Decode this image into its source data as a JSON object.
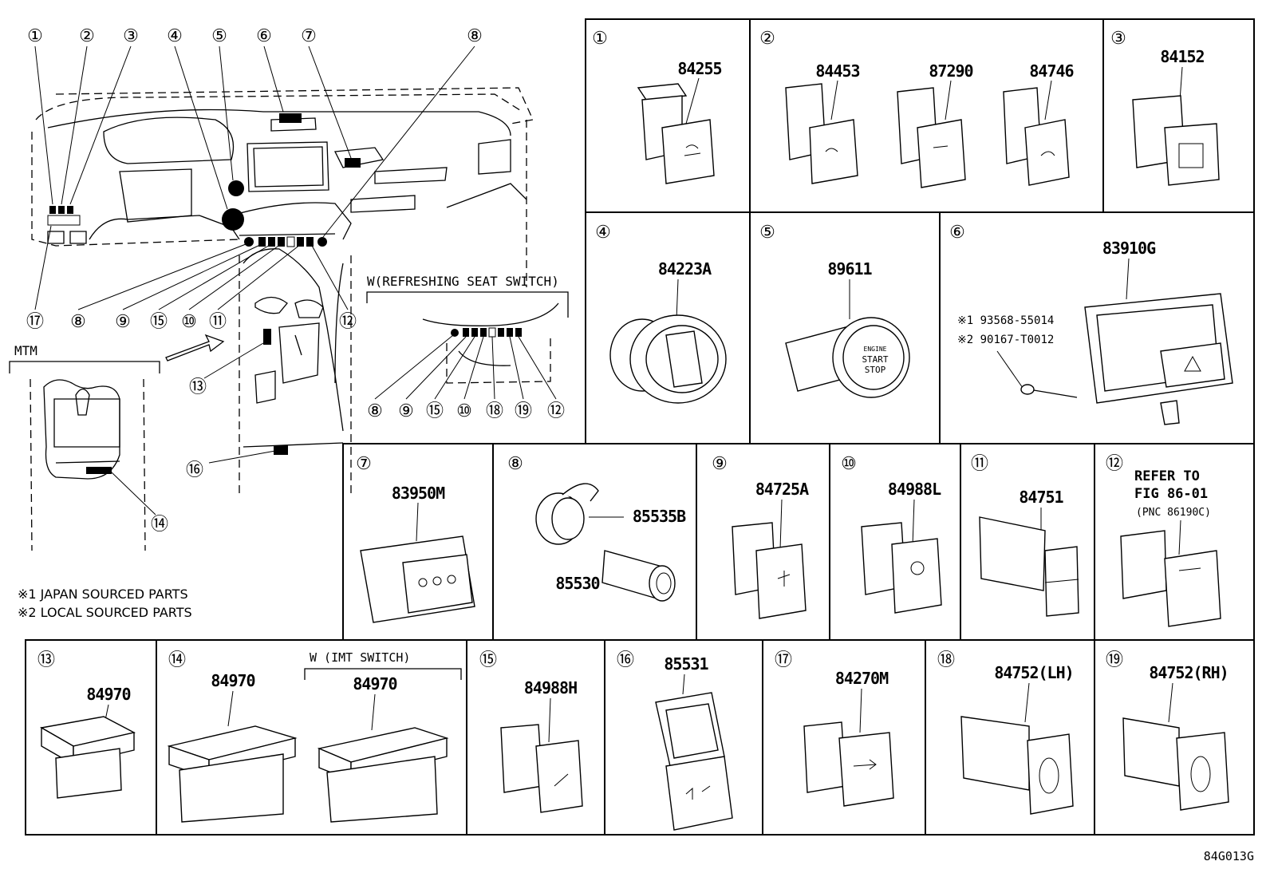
{
  "diagram": {
    "code": "84G013G",
    "notes": [
      "※1 JAPAN SOURCED PARTS",
      "※2 LOCAL SOURCED PARTS"
    ],
    "overview": {
      "top_callouts": [
        "①",
        "②",
        "③",
        "④",
        "⑤",
        "⑥",
        "⑦",
        "⑧"
      ],
      "bottom_callouts": [
        "⑰",
        "⑧",
        "⑨",
        "⑮",
        "⑩",
        "⑪",
        "⑫"
      ],
      "mtm_label": "MTM",
      "callout_13": "⑬",
      "callout_16": "⑯",
      "callout_14": "⑭",
      "refresh_title": "W(REFRESHING SEAT SWITCH)",
      "refresh_callouts": [
        "⑧",
        "⑨",
        "⑮",
        "⑩",
        "⑱",
        "⑲",
        "⑫"
      ]
    },
    "cells": {
      "c1": {
        "num": "①",
        "parts": [
          "84255"
        ]
      },
      "c2": {
        "num": "②",
        "parts": [
          "84453",
          "87290",
          "84746"
        ]
      },
      "c3": {
        "num": "③",
        "parts": [
          "84152"
        ]
      },
      "c4": {
        "num": "④",
        "parts": [
          "84223A"
        ]
      },
      "c5": {
        "num": "⑤",
        "parts": [
          "89611"
        ],
        "button_text": [
          "ENGINE",
          "START",
          "STOP"
        ]
      },
      "c6": {
        "num": "⑥",
        "parts": [
          "83910G"
        ],
        "screws": [
          "※1 93568-55014",
          "※2 90167-T0012"
        ]
      },
      "c7": {
        "num": "⑦",
        "parts": [
          "83950M"
        ]
      },
      "c8": {
        "num": "⑧",
        "parts": [
          "85535B",
          "85530"
        ]
      },
      "c9": {
        "num": "⑨",
        "parts": [
          "84725A"
        ]
      },
      "c10": {
        "num": "⑩",
        "parts": [
          "84988L"
        ]
      },
      "c11": {
        "num": "⑪",
        "parts": [
          "84751"
        ]
      },
      "c12": {
        "num": "⑫",
        "refer": [
          "REFER TO",
          "FIG 86-01",
          "(PNC 86190C)"
        ]
      },
      "c13": {
        "num": "⑬",
        "parts": [
          "84970"
        ]
      },
      "c14": {
        "num": "⑭",
        "parts": [
          "84970",
          "84970"
        ],
        "sub_title": "W (IMT SWITCH)"
      },
      "c15": {
        "num": "⑮",
        "parts": [
          "84988H"
        ]
      },
      "c16": {
        "num": "⑯",
        "parts": [
          "85531"
        ]
      },
      "c17": {
        "num": "⑰",
        "parts": [
          "84270M"
        ]
      },
      "c18": {
        "num": "⑱",
        "parts": [
          "84752(LH)"
        ]
      },
      "c19": {
        "num": "⑲",
        "parts": [
          "84752(RH)"
        ]
      }
    },
    "colors": {
      "line": "#000000",
      "background": "#ffffff"
    }
  }
}
